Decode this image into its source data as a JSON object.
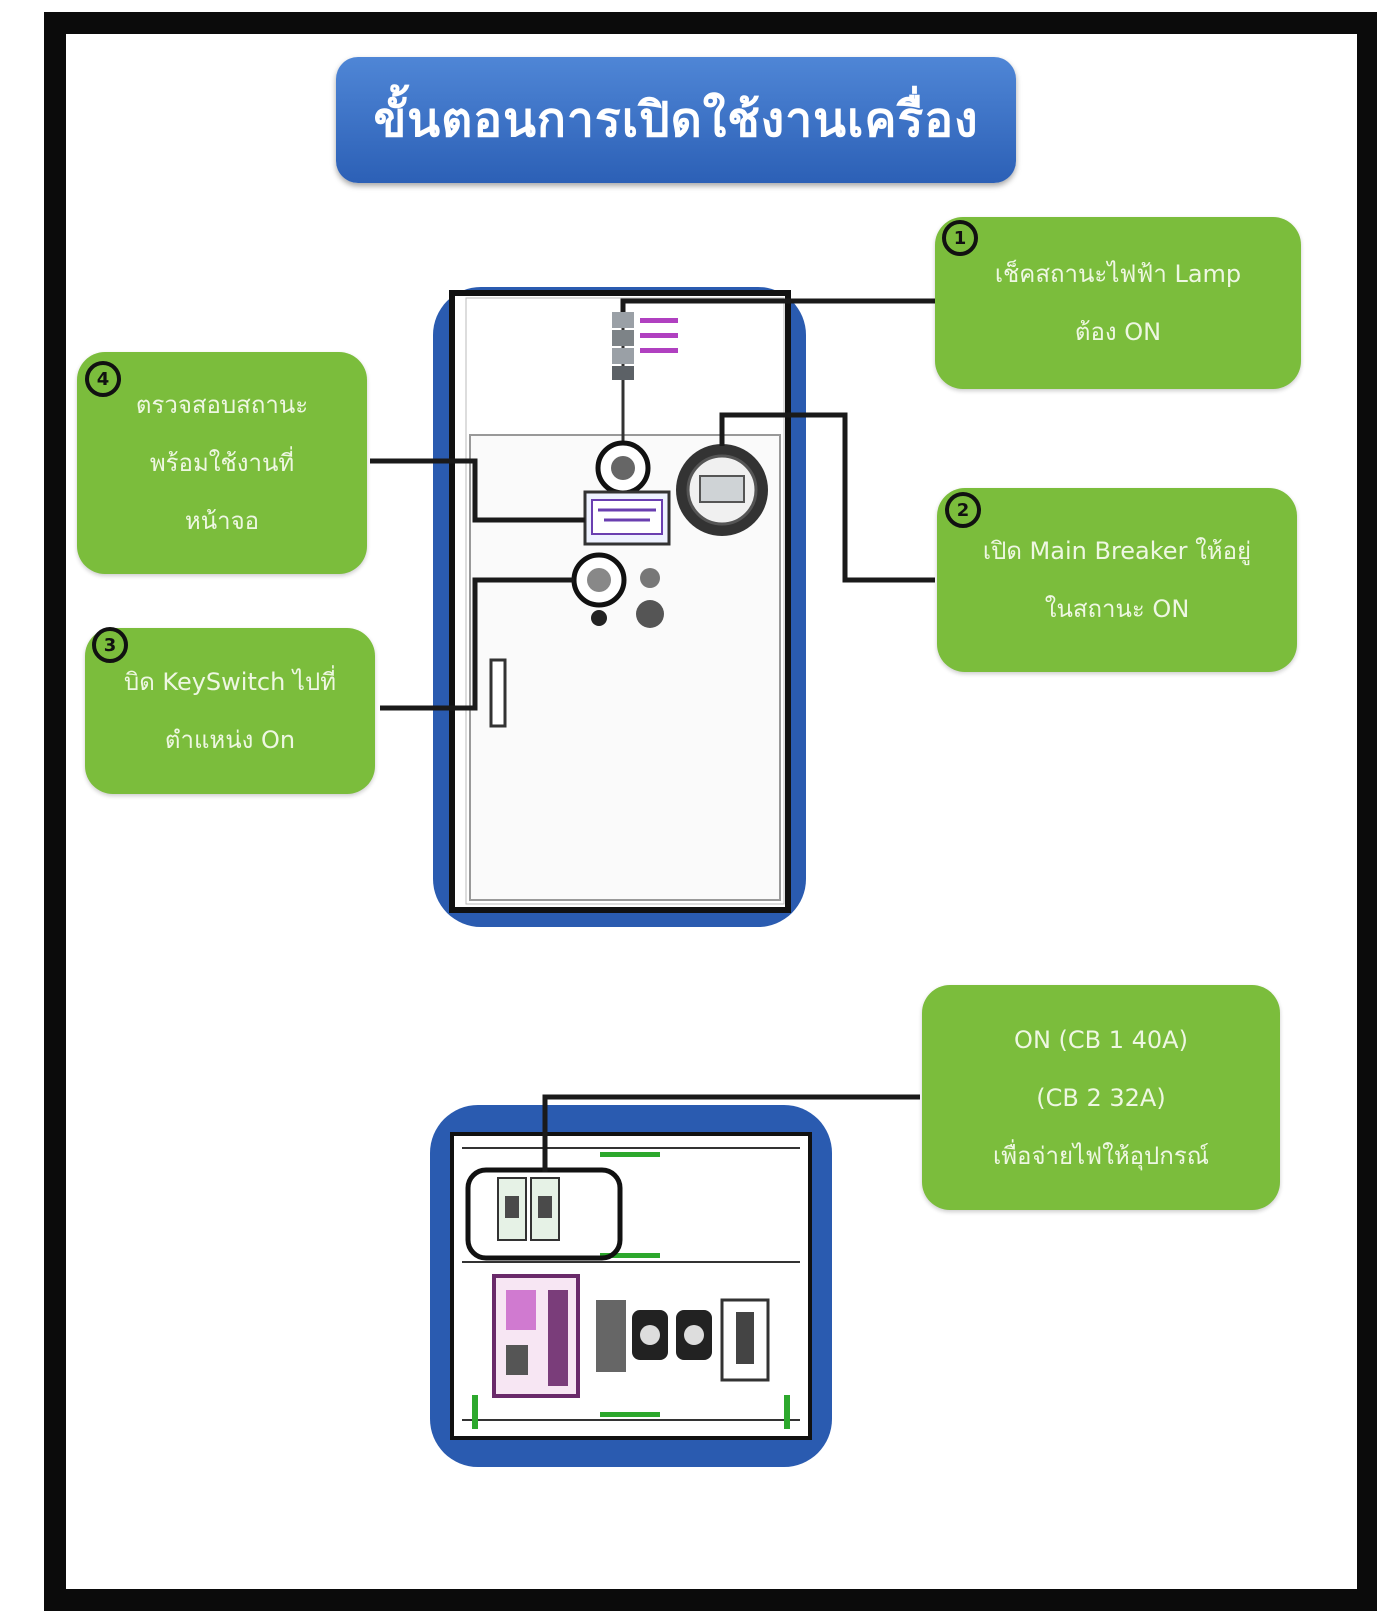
{
  "title": "ขั้นตอนการเปิดใช้งานเครื่อง",
  "steps": [
    {
      "number": "1",
      "lines": [
        "เช็คสถานะไฟฟ้า Lamp",
        "ต้อง ON"
      ]
    },
    {
      "number": "2",
      "lines": [
        "เปิด Main Breaker ให้อยู่",
        "ในสถานะ ON"
      ]
    },
    {
      "number": "3",
      "lines": [
        "บิด KeySwitch ไปที่",
        "ตำแหน่ง On"
      ]
    },
    {
      "number": "4",
      "lines": [
        "ตรวจสอบสถานะ",
        "พร้อมใช้งานที่",
        "หน้าจอ"
      ]
    }
  ],
  "breaker_note": {
    "lines": [
      "ON (CB 1 40A)",
      "(CB 2 32A)",
      "เพื่อจ่ายไฟให้อุปกรณ์"
    ]
  },
  "colors": {
    "banner": "#2f66bf",
    "callout": "#7bbd3c",
    "cabinet_border": "#2a5bb0",
    "frame": "#0b0b0b"
  }
}
